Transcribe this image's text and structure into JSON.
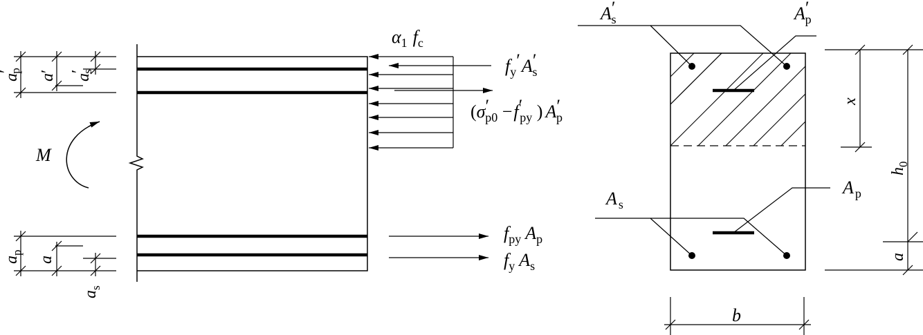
{
  "left": {
    "dims": {
      "a_p_prime": "a",
      "a_p_prime_sub": "p",
      "a_p_prime_mark": "′",
      "a_prime": "a",
      "a_prime_mark": "′",
      "a_s_prime": "a",
      "a_s_prime_sub": "s",
      "a_s_prime_mark": "′",
      "a_p": "a",
      "a_p_sub": "p",
      "a": "a",
      "a_s": "a",
      "a_s_sub": "s"
    },
    "moment": "M",
    "forces": {
      "alpha_fc": {
        "alpha": "α",
        "alpha_sub": "1",
        "f": "f",
        "f_sub": "c"
      },
      "fy_As_prime": {
        "f": "f",
        "f_sub": "y",
        "f_mark": "′",
        "A": "A",
        "A_sub": "s",
        "A_mark": "′"
      },
      "sigma_term": {
        "open": "(",
        "sigma": "σ",
        "sigma_mark": "′",
        "sigma_sub": "p0",
        "minus": " −",
        "f": "f",
        "f_mark": "′",
        "f_sub": "py",
        "close": " )",
        "A": "A",
        "A_mark": "′",
        "A_sub": "p"
      },
      "fpy_Ap": {
        "f": "f",
        "f_sub": "py",
        "A": "A",
        "A_sub": "p"
      },
      "fy_As": {
        "f": "f",
        "f_sub": "y",
        "A": "A",
        "A_sub": "s"
      }
    }
  },
  "right": {
    "A_s_prime": {
      "A": "A",
      "mark": "′",
      "sub": "s"
    },
    "A_p_prime": {
      "A": "A",
      "mark": "′",
      "sub": "p"
    },
    "A_p": {
      "A": "A",
      "sub": "p"
    },
    "A_s": {
      "A": "A",
      "sub": "s"
    },
    "x": "x",
    "h0": {
      "h": "h",
      "sub": "0"
    },
    "a": "a",
    "b": "b"
  }
}
